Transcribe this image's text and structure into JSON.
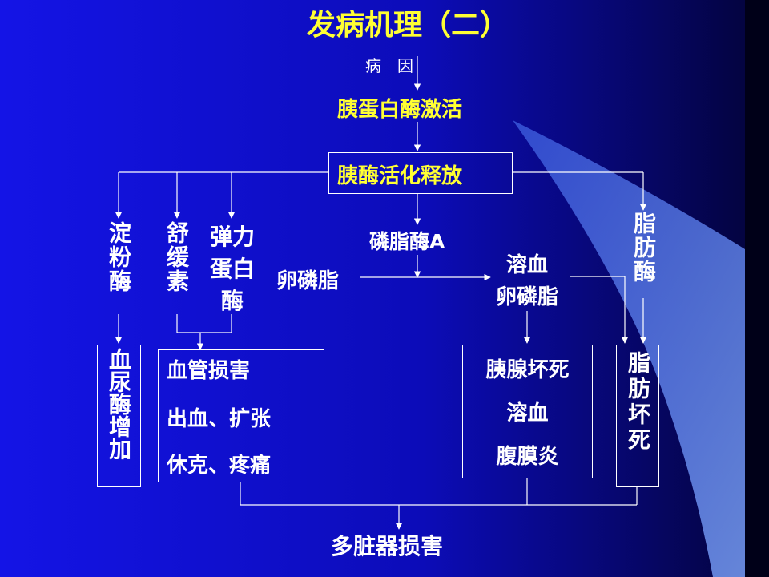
{
  "title": "发病机理（二）",
  "cause_label": "病　因",
  "activation": "胰蛋白酶激活",
  "release": "胰酶活化释放",
  "enzymes": {
    "amylase": "淀粉酶",
    "kallikrein": "舒缓素",
    "elastase": "弹力蛋白酶",
    "phospholipase": "磷脂酶A",
    "lipase": "脂肪酶"
  },
  "lecithin": "卵磷脂",
  "lysolecithin": "溶血卵磷脂",
  "results": {
    "urine_amylase": "血尿酶增加",
    "vascular": [
      "血管损害",
      "出血、扩张",
      "休克、疼痛"
    ],
    "necrosis": [
      "胰腺坏死",
      "溶血",
      "腹膜炎"
    ],
    "fat_necrosis": "脂肪坏死"
  },
  "outcome": "多脏器损害",
  "colors": {
    "background_start": "#1010d8",
    "background_end": "#000040",
    "accent_stripe": "#5a7ee8",
    "title": "#ffff33",
    "text": "#ffffff"
  }
}
